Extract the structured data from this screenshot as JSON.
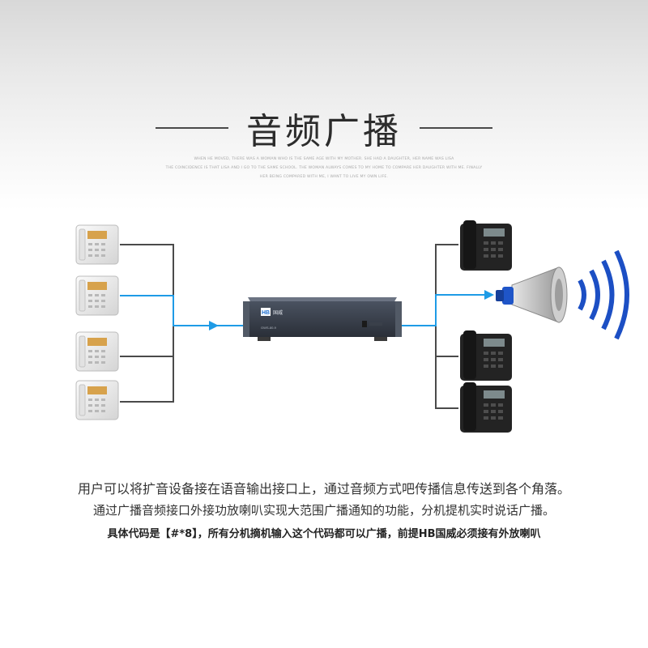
{
  "header": {
    "title": "音频广播",
    "subtitle_lines": [
      "WHEN HE MOVED, THERE WAS A WOMAN WHO IS THE SAME AGE WITH MY MOTHER. SHE HAD A DAUGHTER, HER NAME WAS LISA",
      "THE COINCIDENCE IS THAT LISA AND I GO TO THE SAME SCHOOL. THE WOMAN ALWAYS COMES TO MY HOME TO COMPARE HER DAUGHTER WITH ME. FINALLY",
      "HER BEING COMPARED WITH ME, I WANT TO LIVE MY OWN LIFE."
    ]
  },
  "diagram": {
    "device_logo": "HB",
    "device_brand": "国威",
    "device_model": "GWS-80-9",
    "link_color": "#1e9be6",
    "line_color": "#4a4a4a"
  },
  "captions": {
    "line1": "用户可以将扩音设备接在语音输出接口上，通过音频方式吧传播信息传送到各个角落。",
    "line2": "通过广播音频接口外接功放喇叭实现大范围广播通知的功能，分机提机实时说话广播。",
    "line3": "具体代码是【#*8】，所有分机摘机输入这个代码都可以广播，前提HB国威必须接有外放喇叭"
  }
}
